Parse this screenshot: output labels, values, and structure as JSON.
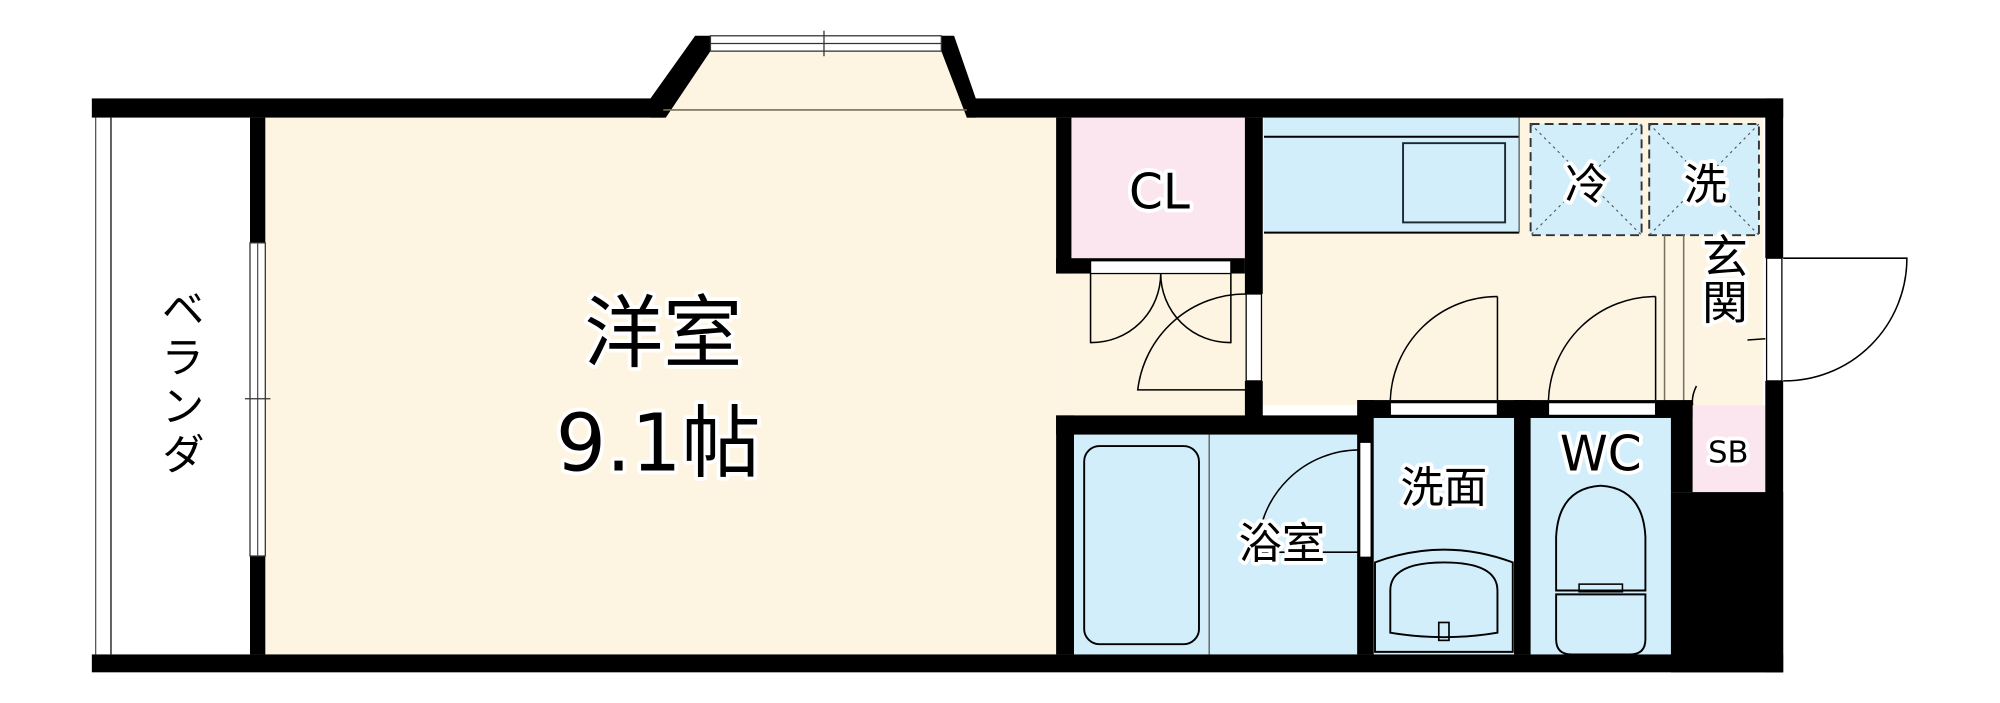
{
  "plan": {
    "colors": {
      "wall": "#000000",
      "floor": "#fdf5e2",
      "wet_area": "#d1eefa",
      "storage": "#fbe6ef",
      "exterior": "#ffffff"
    },
    "rooms": {
      "western_room": {
        "label": "洋室",
        "size": "9.1帖"
      },
      "veranda": {
        "label": "ベランダ"
      },
      "closet": {
        "label": "CL"
      },
      "fridge_space": {
        "label": "冷"
      },
      "washer_space": {
        "label": "洗"
      },
      "entrance": {
        "label": "玄関"
      },
      "shoe_box": {
        "label": "SB"
      },
      "bathroom": {
        "label": "浴室"
      },
      "washroom": {
        "label": "洗面"
      },
      "toilet": {
        "label": "WC"
      }
    }
  }
}
